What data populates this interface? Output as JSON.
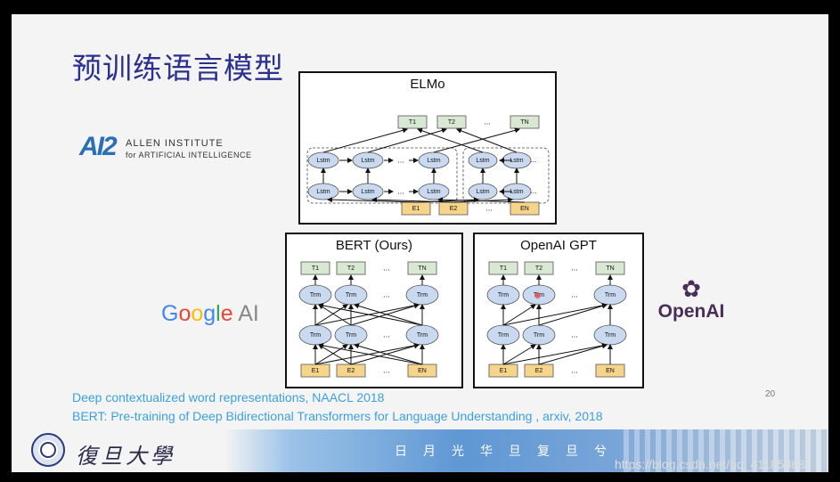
{
  "slide": {
    "title": "预训练语言模型",
    "references": [
      "Deep contextualized word representations, NAACL 2018",
      "BERT: Pre-training of Deep Bidirectional Transformers for Language Understanding , arxiv, 2018"
    ],
    "page_number": "20"
  },
  "logos": {
    "ai2_mark": "AI2",
    "ai2_line1": "ALLEN INSTITUTE",
    "ai2_line2": "for ARTIFICIAL INTELLIGENCE",
    "google_ai": "Google AI",
    "openai": "OpenAI",
    "openai_icon": "openai-knot-icon"
  },
  "diagrams": {
    "elmo": {
      "title": "ELMo",
      "outputs": [
        "T1",
        "T2",
        "...",
        "TN"
      ],
      "cell": "Lstm",
      "inputs": [
        "E1",
        "E2",
        "...",
        "EN"
      ]
    },
    "bert": {
      "title": "BERT (Ours)",
      "outputs": [
        "T1",
        "T2",
        "...",
        "TN"
      ],
      "cell": "Trm",
      "inputs": [
        "E1",
        "E2",
        "...",
        "EN"
      ]
    },
    "gpt": {
      "title": "OpenAI GPT",
      "outputs": [
        "T1",
        "T2",
        "...",
        "TN"
      ],
      "cell": "Trm",
      "inputs": [
        "E1",
        "E2",
        "...",
        "EN"
      ]
    }
  },
  "footer": {
    "university": "復旦大學",
    "motto": "日月光华旦复旦兮",
    "watermark": "https://blog.csdn.net/qq_41185868"
  },
  "colors": {
    "title": "#2b2f8e",
    "reference": "#3ba0e0",
    "output_box": "#d8e8d2",
    "cell_ellipse": "#c9d9ef",
    "input_box": "#f6d48a"
  }
}
